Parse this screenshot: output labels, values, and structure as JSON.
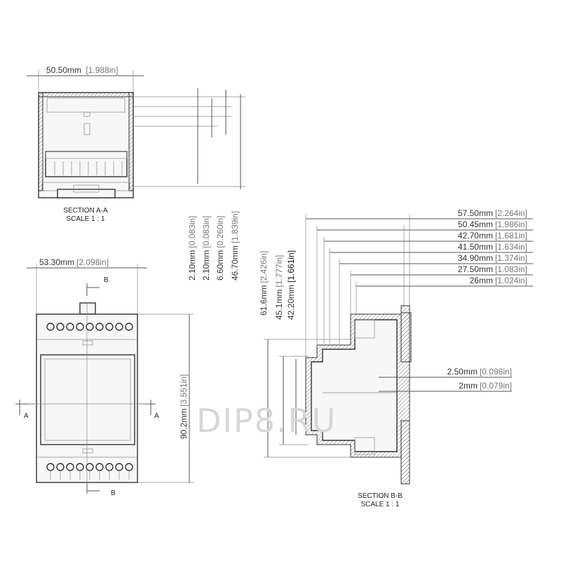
{
  "top_view": {
    "width_dim": "50.50mm",
    "width_dim_in": "[1.988in]",
    "section_title": "SECTION A-A",
    "scale": "SCALE 1 : 1",
    "vertical_dims": [
      {
        "mm": "2.10mm",
        "in": "[0.083in]"
      },
      {
        "mm": "2.10mm",
        "in": "[0.083in]"
      },
      {
        "mm": "6.60mm",
        "in": "[0.260in]"
      },
      {
        "mm": "46.70mm",
        "in": "[1.839in]"
      }
    ]
  },
  "front_view": {
    "width_dim": "53.30mm",
    "width_dim_in": "[2.098in]",
    "height_dim": "90.2mm",
    "height_dim_in": "[3.551in]",
    "labels": {
      "b_top": "B",
      "b_bottom": "B",
      "a_left": "A",
      "a_right": "A"
    }
  },
  "section_bb": {
    "section_title": "SECTION B-B",
    "scale": "SCALE 1 : 1",
    "horizontal_dims": [
      {
        "mm": "57.50mm",
        "in": "[2.264in]"
      },
      {
        "mm": "50.45mm",
        "in": "[1.986in]"
      },
      {
        "mm": "42.70mm",
        "in": "[1.681in]"
      },
      {
        "mm": "41.50mm",
        "in": "[1.634in]"
      },
      {
        "mm": "34.90mm",
        "in": "[1.374in]"
      },
      {
        "mm": "27.50mm",
        "in": "[1.083in]"
      },
      {
        "mm": "26mm",
        "in": "[1.024in]"
      }
    ],
    "vertical_dims": [
      {
        "mm": "61.6mm",
        "in": "[2.426in]"
      },
      {
        "mm": "45.1mm",
        "in": "[1.777in]"
      },
      {
        "mm": "42.20mm",
        "in": "[1.661in]"
      }
    ],
    "small_dims": [
      {
        "mm": "2.50mm",
        "in": "[0.098in]"
      },
      {
        "mm": "2mm",
        "in": "[0.079in]"
      }
    ]
  },
  "watermark": "DIP8.RU"
}
